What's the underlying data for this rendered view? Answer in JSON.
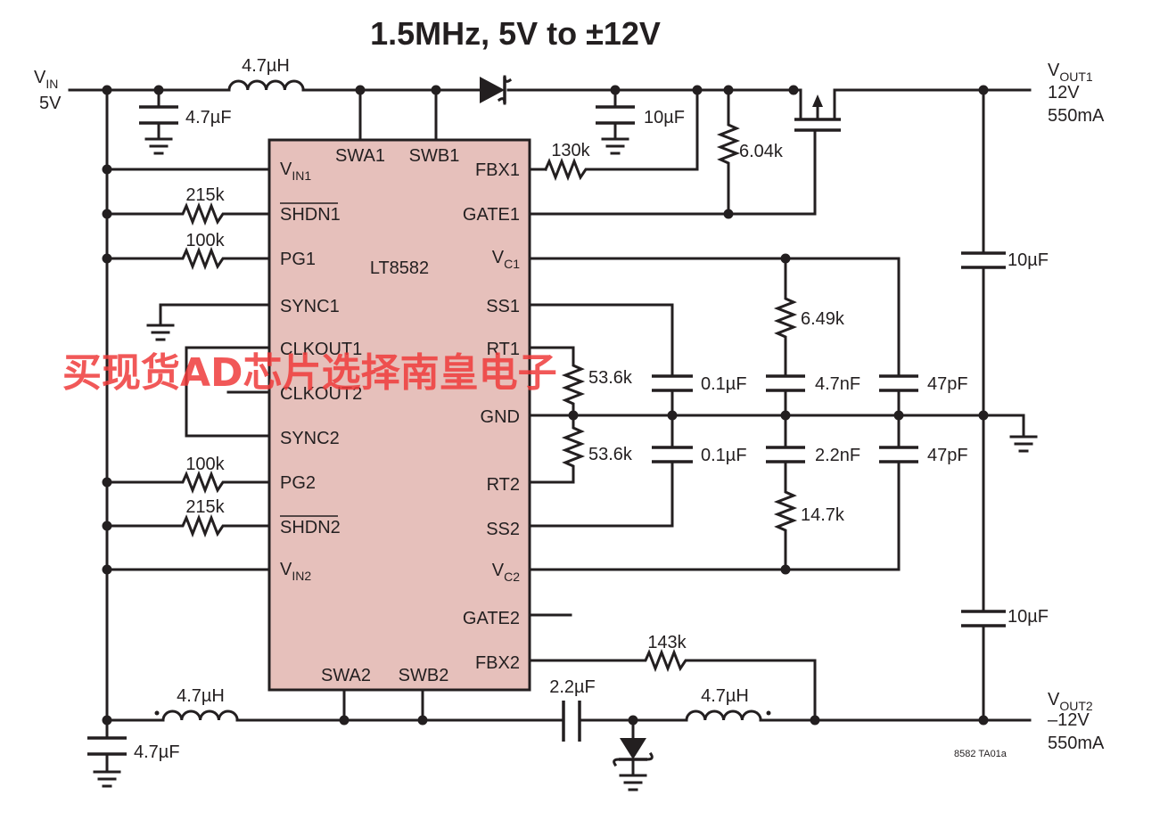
{
  "title": "1.5MHz, 5V to ±12V",
  "chip": {
    "name": "LT8582",
    "left_pins": [
      "V",
      "SHDN1",
      "PG1",
      "SYNC1",
      "CLKOUT1",
      "CLKOUT2",
      "SYNC2",
      "PG2",
      "SHDN2",
      "V"
    ],
    "vin1_sub": "IN1",
    "vin2_sub": "IN2",
    "right_pins": [
      "FBX1",
      "GATE1",
      "V",
      "SS1",
      "RT1",
      "GND",
      "RT2",
      "SS2",
      "V",
      "GATE2",
      "FBX2"
    ],
    "vc1_sub": "C1",
    "vc2_sub": "C2",
    "top_pins": [
      "SWA1",
      "SWB1"
    ],
    "bottom_pins": [
      "SWA2",
      "SWB2"
    ]
  },
  "input": {
    "label": "V",
    "sub": "IN",
    "voltage": "5V"
  },
  "output1": {
    "label": "V",
    "sub": "OUT1",
    "voltage": "12V",
    "current": "550mA"
  },
  "output2": {
    "label": "V",
    "sub": "OUT2",
    "voltage": "–12V",
    "current": "550mA"
  },
  "components": {
    "l_in1": "4.7µH",
    "c_in1": "4.7µF",
    "c_out1": "10µF",
    "r_fbx1": "130k",
    "r_gate1": "6.04k",
    "r_shdn1": "215k",
    "r_pg1": "100k",
    "r_pg2": "100k",
    "r_shdn2": "215k",
    "r_rt1": "53.6k",
    "r_rt2": "53.6k",
    "c_ss1": "0.1µF",
    "c_ss2": "0.1µF",
    "r_vc1": "6.49k",
    "c_vc1": "4.7nF",
    "c_vc1b": "47pF",
    "c_vc2": "2.2nF",
    "c_vc2b": "47pF",
    "r_vc2": "14.7k",
    "c_mid_top": "10µF",
    "c_mid_bot": "10µF",
    "r_fbx2": "143k",
    "c_couple": "2.2µF",
    "l_in2": "4.7µH",
    "l_out2": "4.7µH",
    "c_in2": "4.7µF"
  },
  "figure_id": "8582 TA01a",
  "watermark": "买现货AD芯片选择南皇电子",
  "colors": {
    "chip_fill": "#e6c0bb",
    "ink": "#231f20",
    "watermark": "#ee3b3b"
  }
}
